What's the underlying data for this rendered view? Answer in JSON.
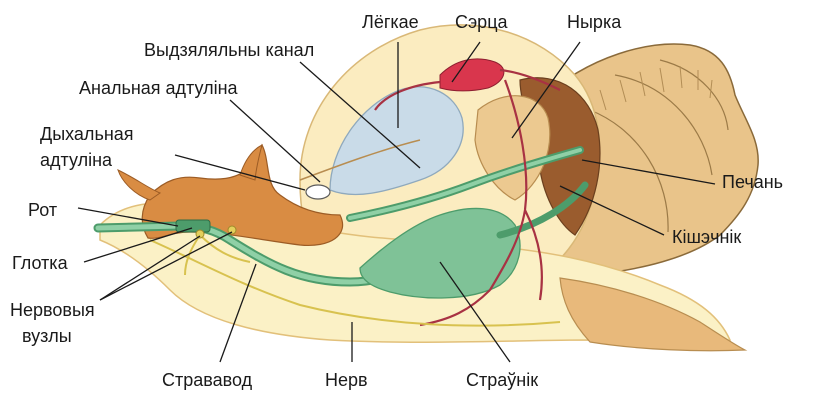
{
  "labels": {
    "lungs": "Лёгкае",
    "heart": "Сэрца",
    "kidney": "Нырка",
    "excretory_canal": "Выдзяляльны канал",
    "anal_opening": "Анальная адтуліна",
    "breathing_opening_line1": "Дыхальная",
    "breathing_opening_line2": "адтуліна",
    "mouth": "Рот",
    "pharynx": "Глотка",
    "ganglia_line1": "Нервовыя",
    "ganglia_line2": "вузлы",
    "esophagus": "Стрававод",
    "nerve": "Нерв",
    "stomach": "Страўнік",
    "liver": "Печань",
    "intestine": "Кішэчнік"
  },
  "colors": {
    "shell_light": "#f3d9a4",
    "shell_dark": "#b98a50",
    "body_light": "#fbf1c6",
    "body_edge": "#e8c583",
    "foot_orange": "#d98c43",
    "lung_blue": "#c9dbe8",
    "gut_green": "#7fc297",
    "gut_green_dark": "#4d9c6b",
    "heart_red": "#d9364d",
    "vessel_red": "#a83243",
    "liver_brown": "#9a5c2e",
    "nerve_yellow": "#e3cf5c",
    "text": "#1a1a1a"
  }
}
